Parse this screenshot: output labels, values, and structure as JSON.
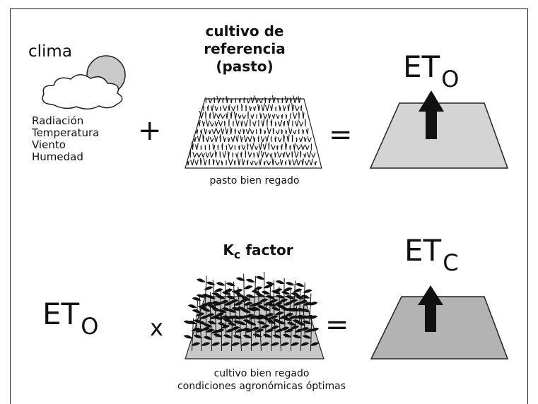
{
  "climate": {
    "title": "clima",
    "factors": [
      "Radiación",
      "Temperatura",
      "Viento",
      "Humedad"
    ]
  },
  "reference_crop": {
    "title": "cultivo de referencia (pasto)",
    "caption": "pasto bien regado"
  },
  "operators": {
    "plus": "+",
    "equals": "=",
    "times": "x"
  },
  "eto": {
    "base": "ET",
    "sub": "O"
  },
  "etc": {
    "base": "ET",
    "sub": "C"
  },
  "kc": {
    "base": "K",
    "sub": "c",
    "rest": " factor"
  },
  "crop": {
    "caption_line1": "cultivo bien regado",
    "caption_line2": "condiciones agronómicas óptimas"
  },
  "colors": {
    "reference_surface": "#d4d4d4",
    "crop_surface": "#b3b3b3",
    "sun": "#c9c9c9",
    "arrow": "#111111"
  }
}
